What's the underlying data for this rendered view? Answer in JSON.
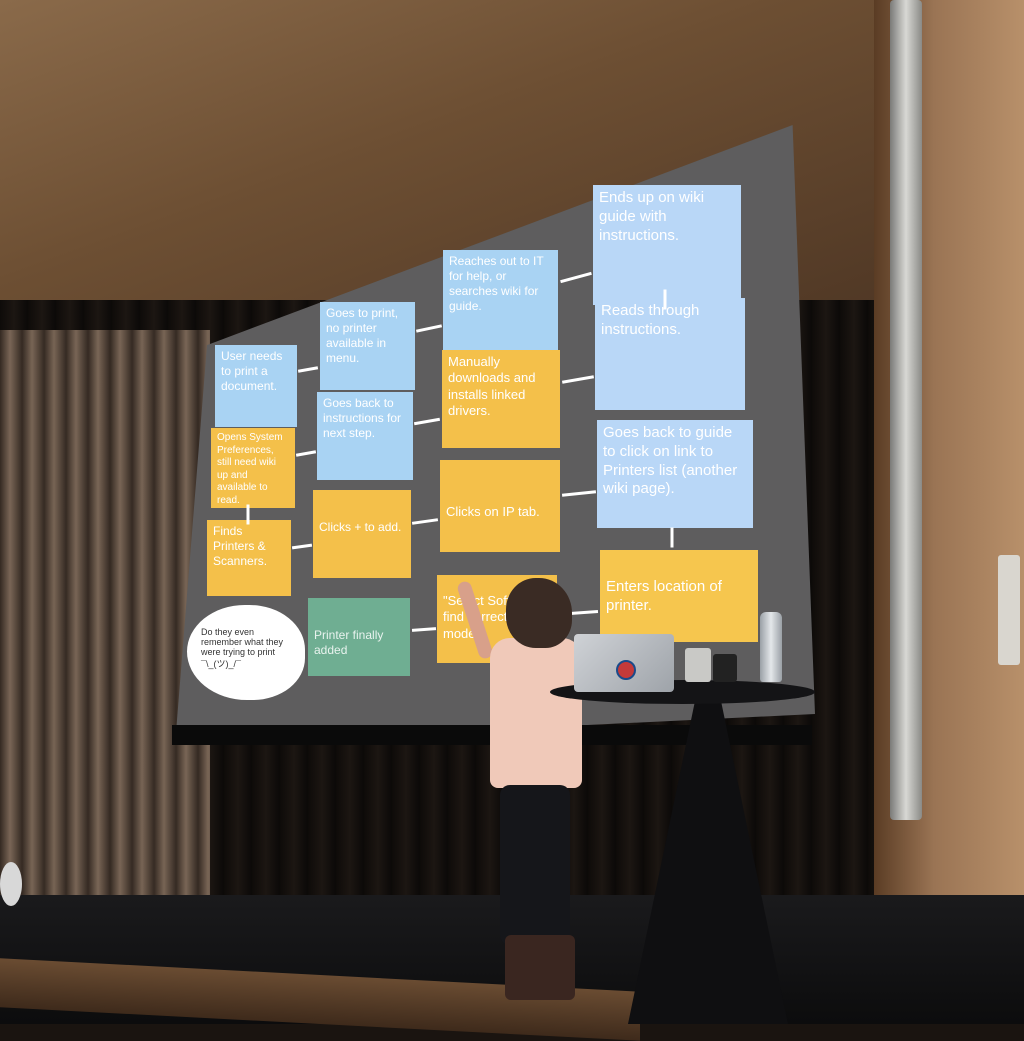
{
  "slide": {
    "boxes": {
      "b1": "User needs to print a document.",
      "b2": "Goes to print, no printer available in menu.",
      "b3": "Reaches out to IT for help, or searches wiki for guide.",
      "b4": "Ends up on wiki guide with instructions.",
      "b5": "Reads through instructions.",
      "b6": "Manually downloads and installs linked drivers.",
      "b7": "Goes back to instructions for next step.",
      "b8": "Opens System Preferences, still need wiki up and available to read.",
      "b9": "Finds Printers & Scanners.",
      "b10": "Clicks + to add.",
      "b11": "Clicks on IP tab.",
      "b12": "Goes back to guide to click on link to Printers list (another wiki page).",
      "b13": "Enters location of printer.",
      "b14": "\"Select Software\", find correct printer model.",
      "b15": "Printer finally added"
    },
    "cloud": "Do they even remember what they were trying to print ¯\\_(ツ)_/¯"
  },
  "colors": {
    "blue": "#a9d3f3",
    "yellow": "#f4c04a",
    "green": "#6fae92"
  }
}
